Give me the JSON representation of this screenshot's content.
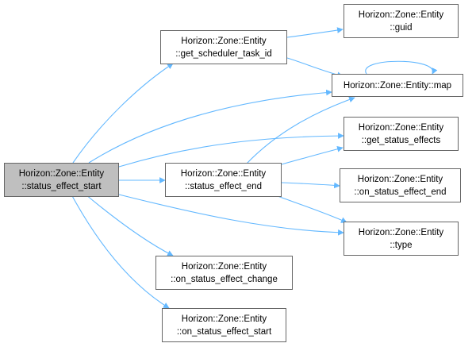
{
  "nodes": {
    "status_effect_start": {
      "line1": "Horizon::Zone::Entity",
      "line2": "::status_effect_start"
    },
    "guid": {
      "line1": "Horizon::Zone::Entity",
      "line2": "::guid"
    },
    "get_scheduler_task_id": {
      "line1": "Horizon::Zone::Entity",
      "line2": "::get_scheduler_task_id"
    },
    "map": {
      "line1": "Horizon::Zone::Entity::map",
      "line2": ""
    },
    "get_status_effects": {
      "line1": "Horizon::Zone::Entity",
      "line2": "::get_status_effects"
    },
    "status_effect_end": {
      "line1": "Horizon::Zone::Entity",
      "line2": "::status_effect_end"
    },
    "on_status_effect_end": {
      "line1": "Horizon::Zone::Entity",
      "line2": "::on_status_effect_end"
    },
    "type": {
      "line1": "Horizon::Zone::Entity",
      "line2": "::type"
    },
    "on_status_effect_change": {
      "line1": "Horizon::Zone::Entity",
      "line2": "::on_status_effect_change"
    },
    "on_status_effect_start": {
      "line1": "Horizon::Zone::Entity",
      "line2": "::on_status_effect_start"
    }
  },
  "colors": {
    "edge": "#63b8ff",
    "node_border": "#666666",
    "root_fill": "#bfbfbf",
    "node_fill": "#ffffff"
  }
}
